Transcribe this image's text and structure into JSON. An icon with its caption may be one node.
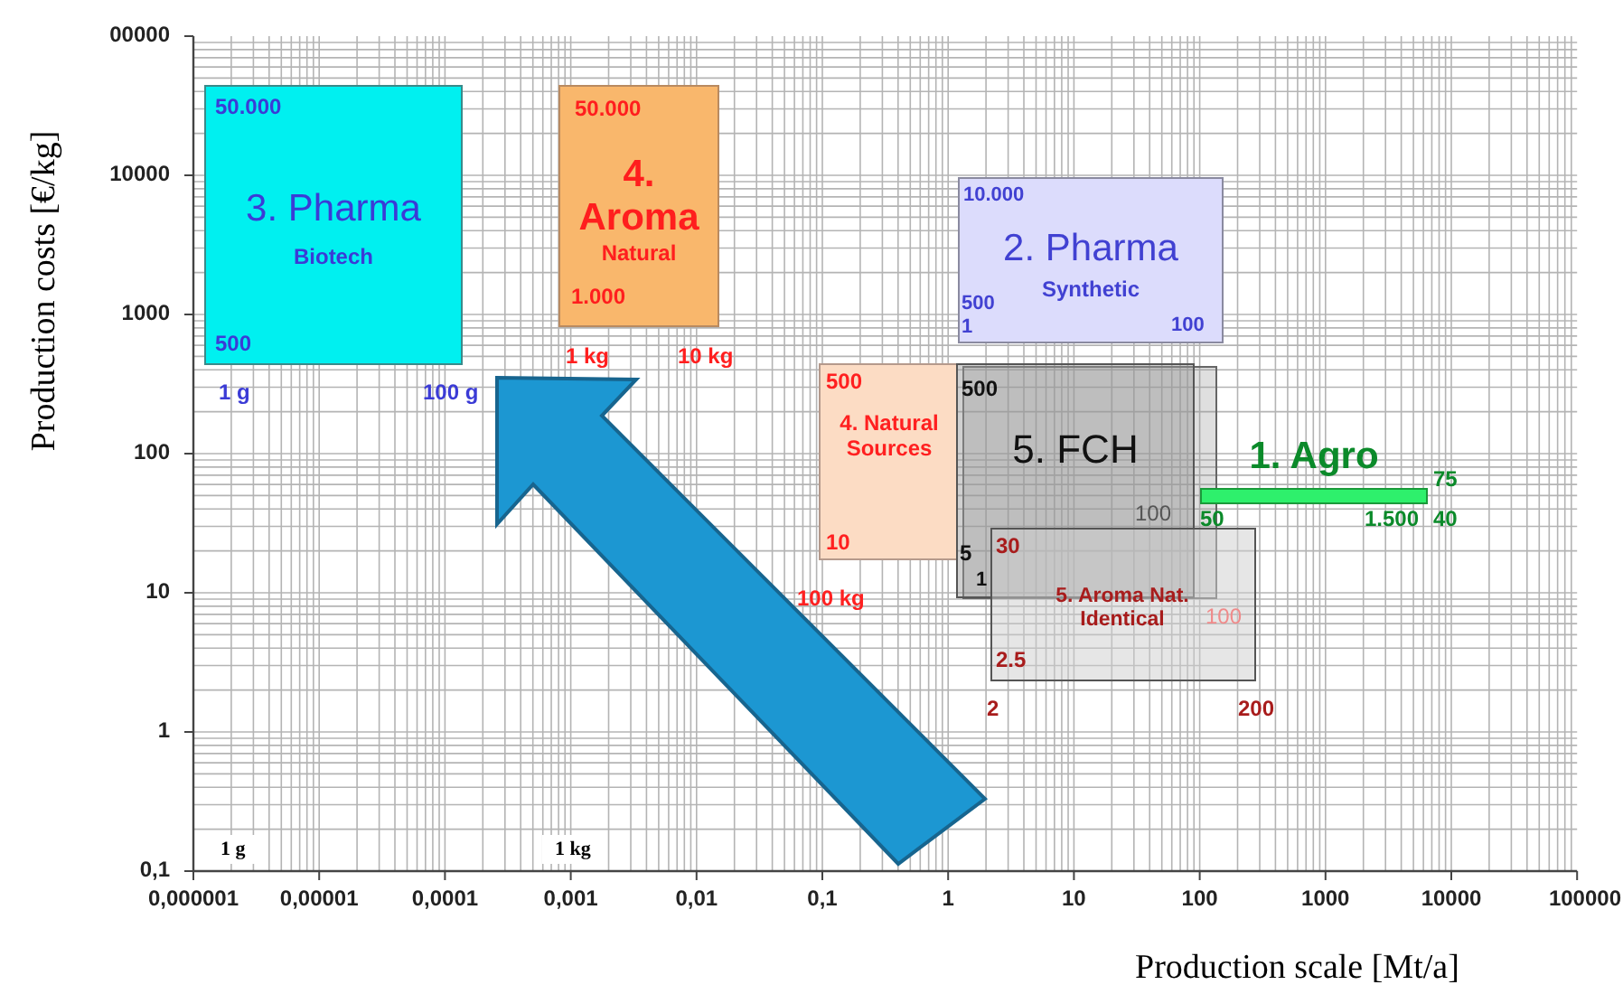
{
  "diagram": {
    "nodes": [
      {
        "text": [
          "50.000",
          "3. Pharma",
          "Biotech",
          "500"
        ],
        "beside": [
          "1 g",
          "100 g"
        ]
      },
      {
        "text": [
          "50.000",
          "4. Aroma",
          "Natural",
          "1.000"
        ],
        "beside": [
          "1 kg",
          "10 kg"
        ]
      },
      {
        "text": [
          "10.000",
          "2. Pharma",
          "Synthetic",
          "500",
          "1",
          "100"
        ]
      },
      {
        "text": [
          "500",
          "4. Natural Sources",
          "10"
        ],
        "beside": [
          "100 kg"
        ]
      },
      {
        "text": [
          "500",
          "5. FCH",
          "5",
          "1",
          "100"
        ]
      },
      {
        "text": [
          "30",
          "5. Aroma Nat. Identical",
          "2.5",
          "100"
        ],
        "beside": [
          "2",
          "200"
        ]
      },
      {
        "text": [
          "1. Agro",
          "50",
          "1.500"
        ],
        "beside": [
          "75",
          "40"
        ]
      }
    ],
    "labels": [
      "Production costs [€/kg]",
      "00000",
      "10000",
      "1000",
      "100",
      "10",
      "1",
      "0,1",
      "1 g",
      "1 kg",
      "0,000001",
      "0,00001",
      "0,0001",
      "0,001",
      "0,01",
      "0,1",
      "1",
      "10",
      "100",
      "1000",
      "10000",
      "100000",
      "Production scale [Mt/a]"
    ]
  }
}
